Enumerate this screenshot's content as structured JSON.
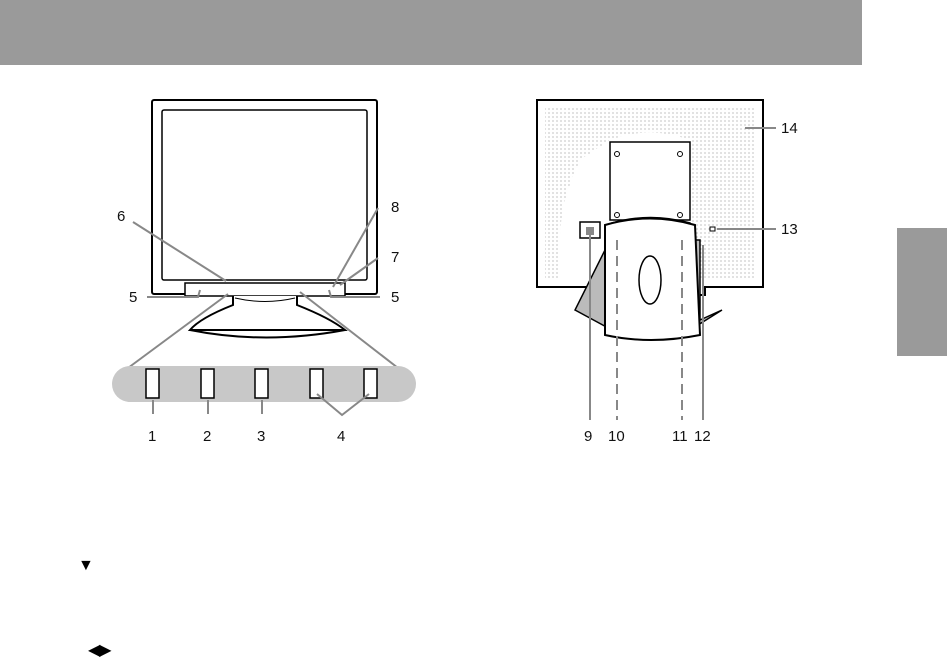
{
  "front_view": {
    "callouts": [
      "1",
      "2",
      "3",
      "4",
      "5",
      "5",
      "6",
      "7",
      "8"
    ]
  },
  "rear_view": {
    "callouts": [
      "9",
      "10",
      "11",
      "12",
      "13",
      "14"
    ]
  },
  "symbols": {
    "down_arrow": "▼",
    "left_right_arrows": "◀▶"
  }
}
